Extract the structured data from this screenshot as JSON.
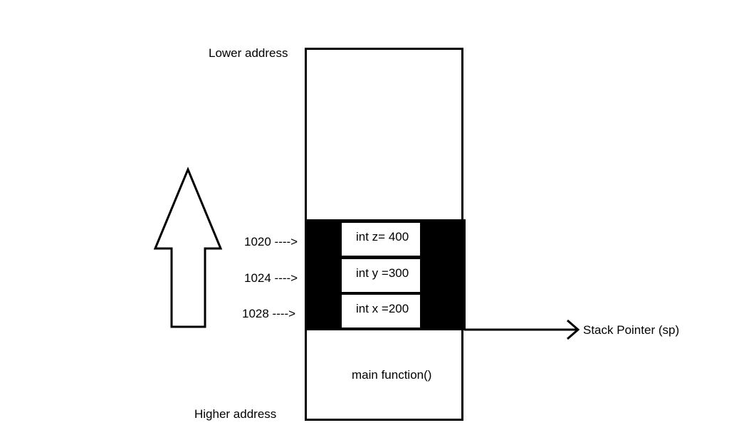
{
  "labels": {
    "lower_address": "Lower address",
    "higher_address": "Higher address",
    "stack_pointer": "Stack Pointer (sp)",
    "main_function": "main function()"
  },
  "frame": {
    "variables": [
      {
        "text": "int z= 400",
        "address": "1020 ---->"
      },
      {
        "text": "int y =300",
        "address": "1024 ---->"
      },
      {
        "text": "int x =200",
        "address": "1028  ---->"
      }
    ]
  }
}
